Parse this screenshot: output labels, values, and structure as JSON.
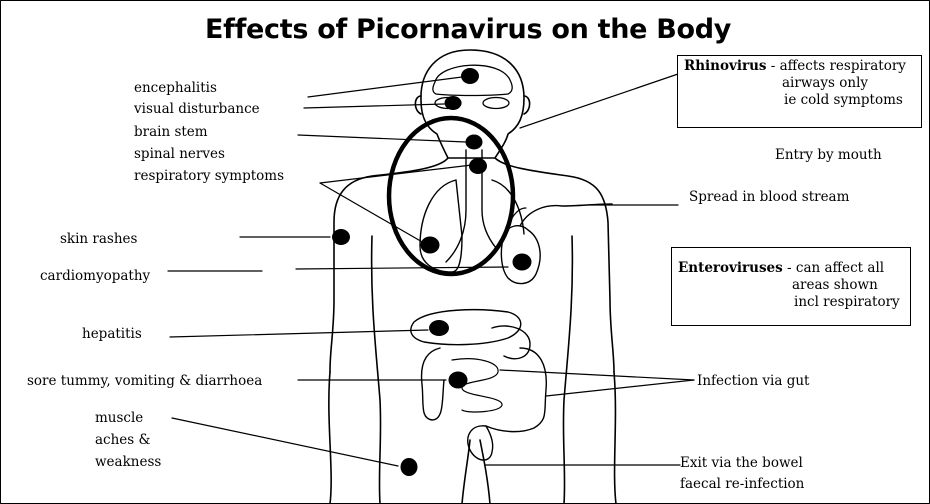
{
  "title": "Effects of Picornavirus on the Body",
  "left_labels": {
    "encephalitis": "encephalitis",
    "visual_disturbance": "visual disturbance",
    "brain_stem": "brain stem",
    "spinal_nerves": "spinal nerves",
    "respiratory_symptoms": "respiratory symptoms",
    "skin_rashes": "skin rashes",
    "cardiomyopathy": "cardiomyopathy",
    "hepatitis": "hepatitis",
    "gut_symptoms": "sore tummy, vomiting & diarrhoea",
    "muscle_1": "muscle",
    "muscle_2": "aches &",
    "muscle_3": "weakness"
  },
  "rhinovirus_box": {
    "name": "Rhinovirus",
    "line1": " - affects respiratory",
    "line2": "airways only",
    "line3": "ie cold symptoms"
  },
  "enterovirus_box": {
    "name": "Enteroviruses",
    "line1": " - can affect all",
    "line2": "areas shown",
    "line3": "incl respiratory"
  },
  "right_labels": {
    "entry": "Entry by mouth",
    "spread": "Spread in blood stream",
    "infection": "Infection via gut",
    "exit_1": "Exit via the bowel",
    "exit_2": "faecal re-infection"
  },
  "colors": {
    "ink": "#000000",
    "background": "#ffffff"
  }
}
